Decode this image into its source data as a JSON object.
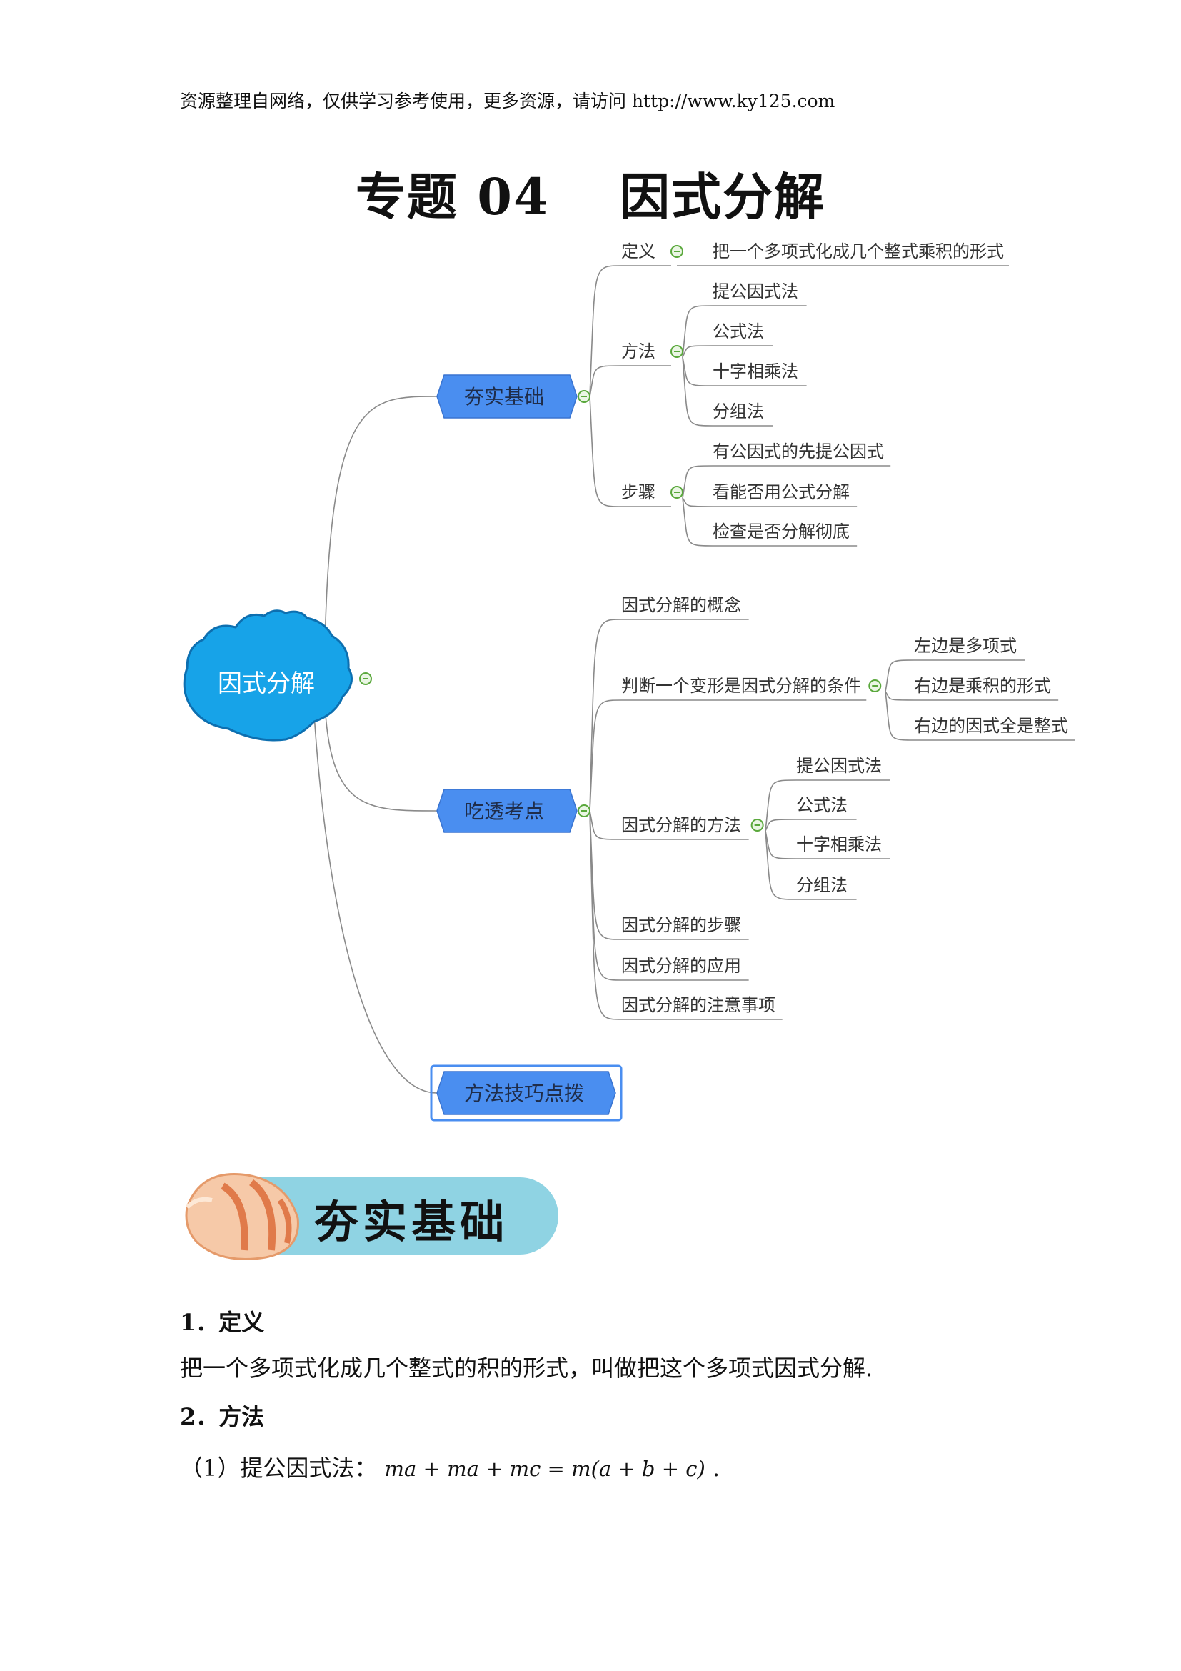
{
  "header": {
    "note": "资源整理自网络，仅供学习参考使用，更多资源，请访问 http://www.ky125.com"
  },
  "title": "专题 04　 因式分解",
  "mindmap": {
    "root": "因式分解",
    "branches": [
      {
        "label": "夯实基础",
        "children": [
          {
            "label": "定义",
            "children": [
              "把一个多项式化成几个整式乘积的形式"
            ]
          },
          {
            "label": "方法",
            "children": [
              "提公因式法",
              "公式法",
              "十字相乘法",
              "分组法"
            ]
          },
          {
            "label": "步骤",
            "children": [
              "有公因式的先提公因式",
              "看能否用公式分解",
              "检查是否分解彻底"
            ]
          }
        ]
      },
      {
        "label": "吃透考点",
        "children": [
          {
            "label": "因式分解的概念",
            "children": []
          },
          {
            "label": "判断一个变形是因式分解的条件",
            "children": [
              "左边是多项式",
              "右边是乘积的形式",
              "右边的因式全是整式"
            ]
          },
          {
            "label": "因式分解的方法",
            "children": [
              "提公因式法",
              "公式法",
              "十字相乘法",
              "分组法"
            ]
          },
          {
            "label": "因式分解的步骤",
            "children": []
          },
          {
            "label": "因式分解的应用",
            "children": []
          },
          {
            "label": "因式分解的注意事项",
            "children": []
          }
        ]
      },
      {
        "label": "方法技巧点拨",
        "children": []
      }
    ]
  },
  "banner": {
    "text": "夯实基础"
  },
  "sections": [
    {
      "heading": "1．定义",
      "body": "把一个多项式化成几个整式的积的形式，叫做把这个多项式因式分解."
    },
    {
      "heading": "2．方法",
      "body_prefix": "（1）提公因式法：",
      "formula": "ma + ma + mc = m(a + b + c)",
      "body_suffix": "."
    }
  ],
  "colors": {
    "root_fill": "#17a3e8",
    "branch_fill": "#4a8ef0",
    "line": "#8a8a8a",
    "collapse": "#5aa83c",
    "banner_fill": "#8fd3e3"
  }
}
